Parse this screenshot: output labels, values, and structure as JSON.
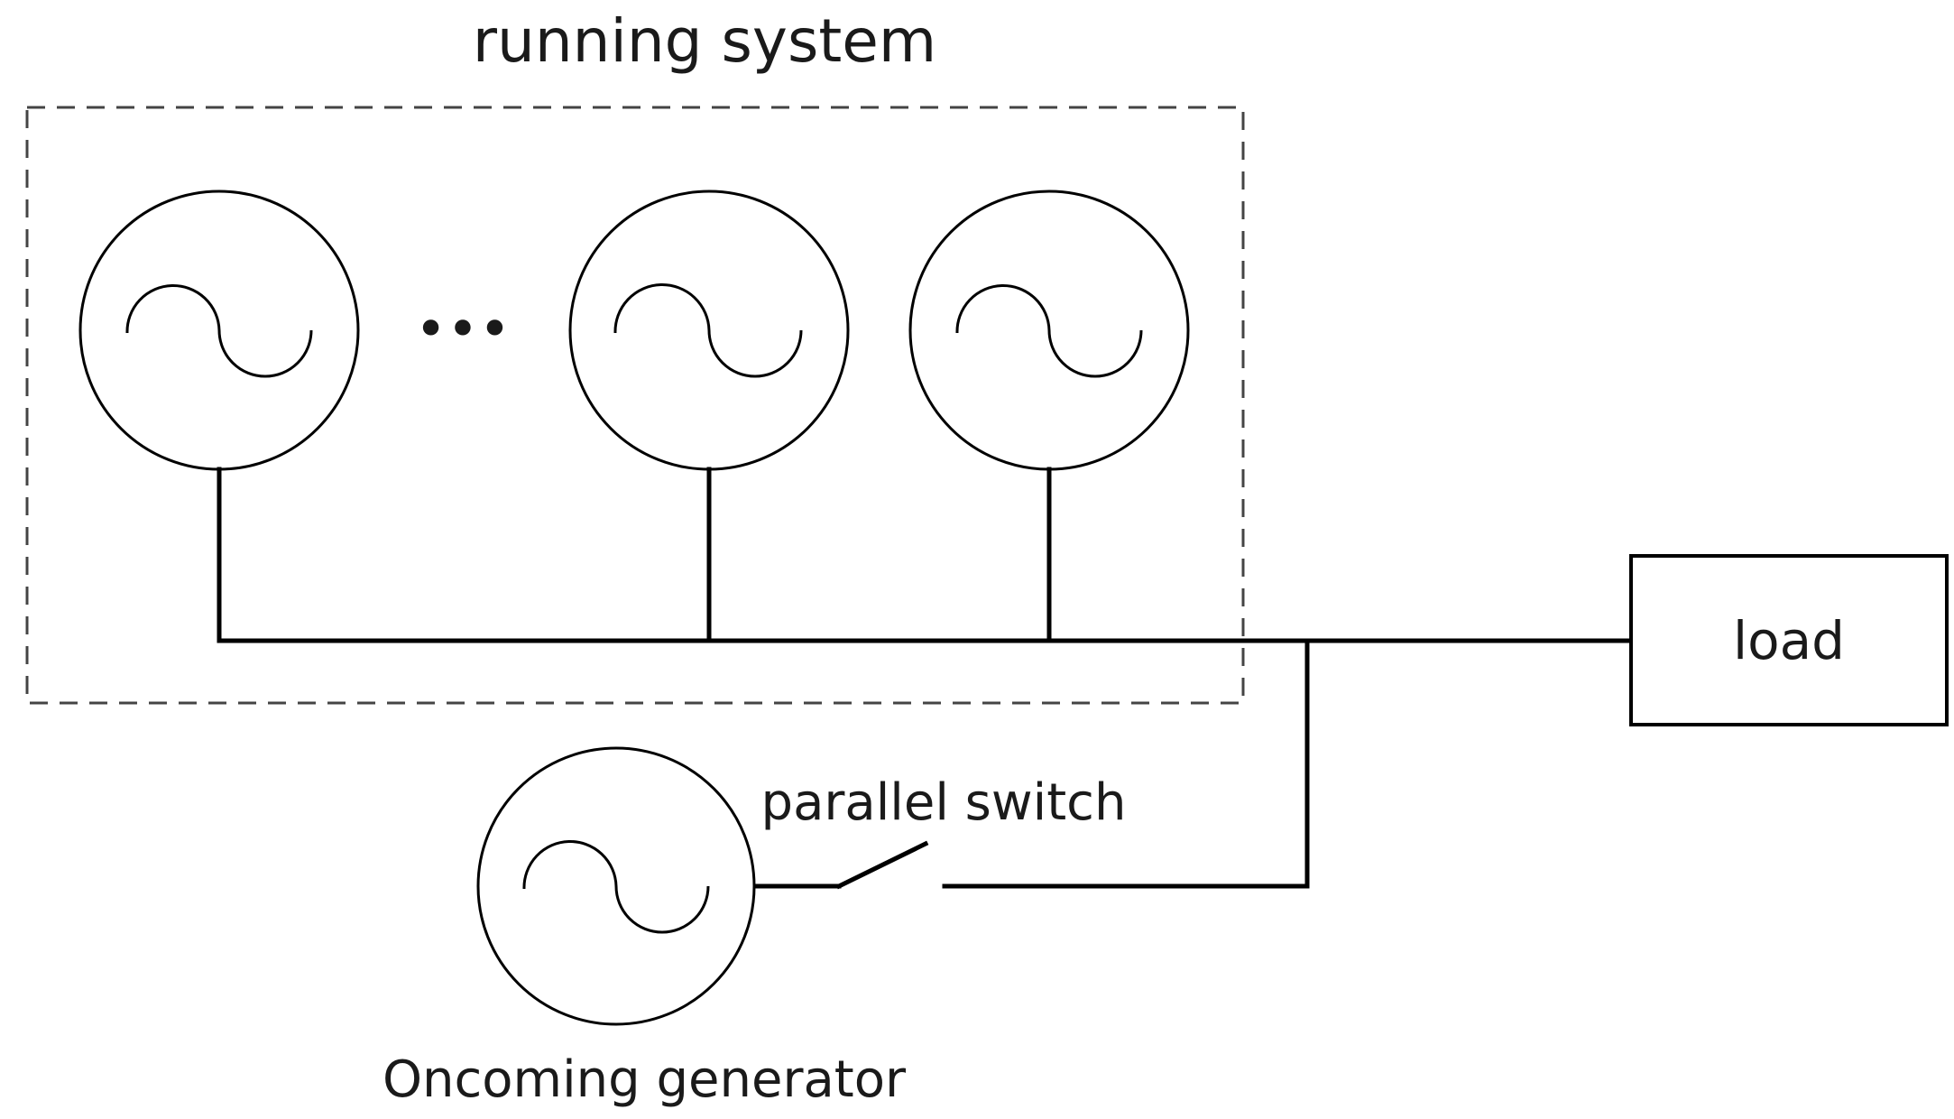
{
  "title": "running system",
  "running_system": {
    "generator_count_shown": 3,
    "ellipsis": "•••"
  },
  "load": {
    "label": "load"
  },
  "switch": {
    "label": "parallel switch",
    "state": "open"
  },
  "oncoming": {
    "label": "Oncoming generator"
  }
}
